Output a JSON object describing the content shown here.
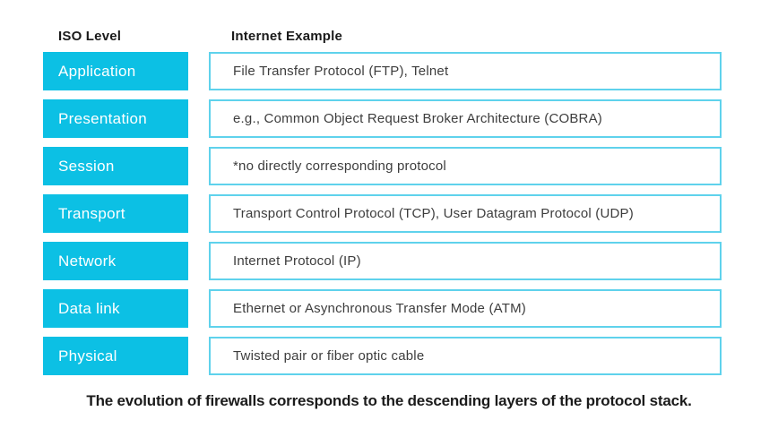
{
  "colors": {
    "cyan_fill": "#0cc0e4",
    "cyan_border": "#5fd2ec",
    "example_text": "#3d3d3d",
    "heading_text": "#1a1a1a"
  },
  "headers": {
    "iso_level": "ISO Level",
    "internet_example": "Internet Example"
  },
  "rows": [
    {
      "level": "Application",
      "example": "File Transfer Protocol (FTP), Telnet"
    },
    {
      "level": "Presentation",
      "example": "e.g., Common Object Request Broker Architecture (COBRA)"
    },
    {
      "level": "Session",
      "example": "*no directly corresponding protocol"
    },
    {
      "level": "Transport",
      "example": "Transport Control Protocol (TCP), User Datagram Protocol (UDP)"
    },
    {
      "level": "Network",
      "example": "Internet Protocol (IP)"
    },
    {
      "level": "Data link",
      "example": "Ethernet or Asynchronous Transfer Mode (ATM)"
    },
    {
      "level": "Physical",
      "example": "Twisted pair or fiber optic cable"
    }
  ],
  "caption": "The evolution of firewalls corresponds to the descending layers of the protocol stack."
}
